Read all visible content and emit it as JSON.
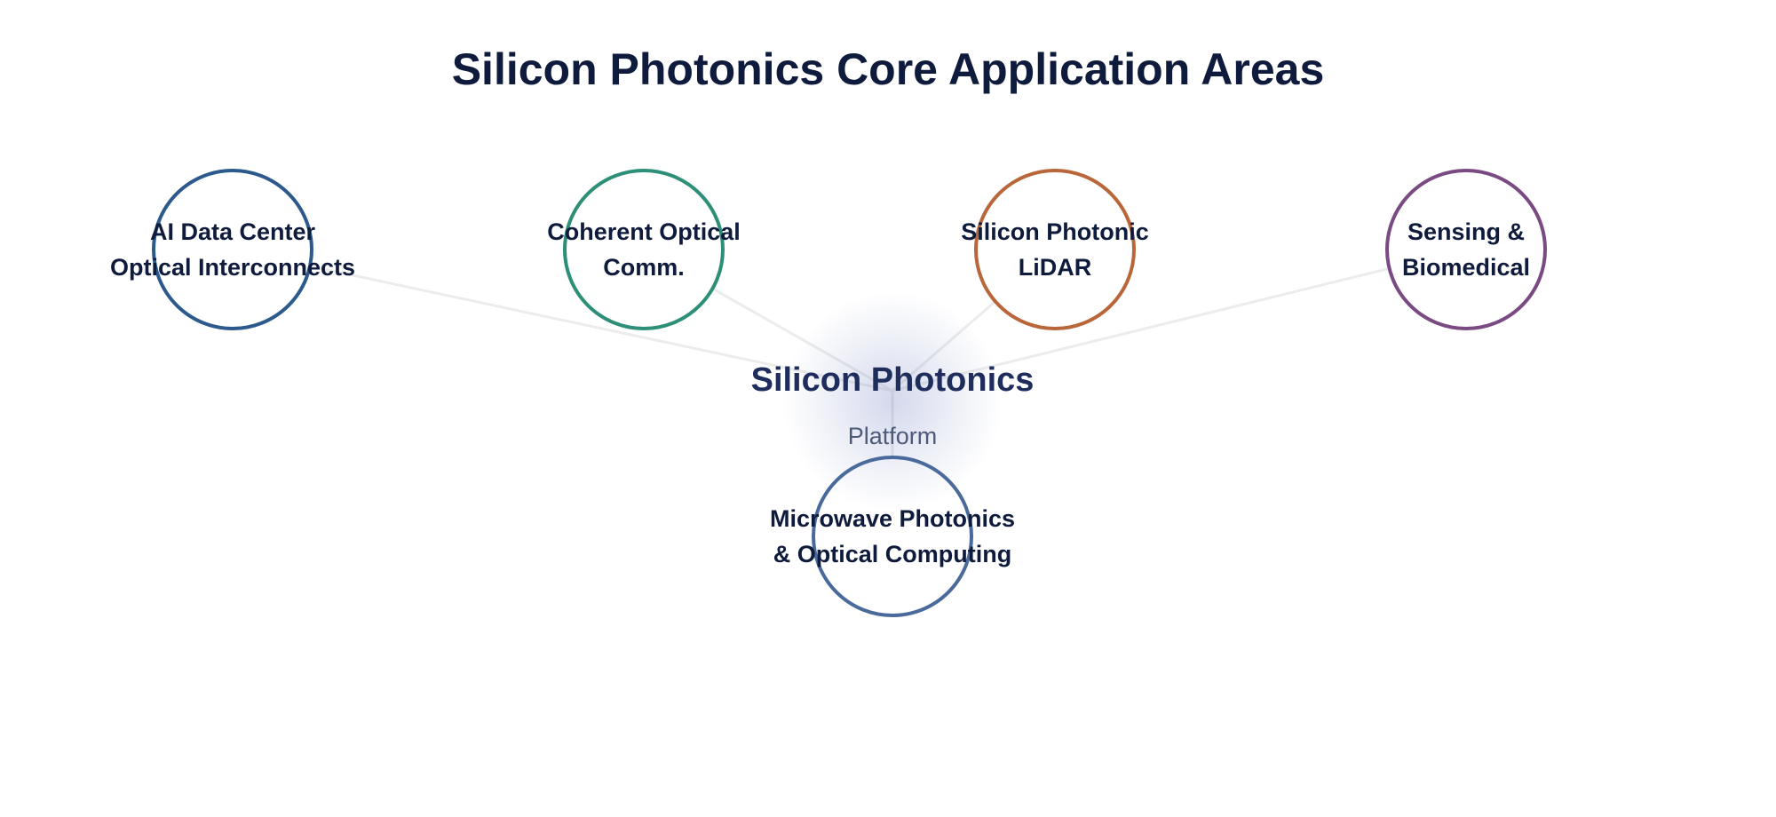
{
  "title": "Silicon Photonics Core Application Areas",
  "hub": {
    "title": "Silicon Photonics",
    "subtitle": "Platform"
  },
  "nodes": [
    {
      "id": "ai-data-center",
      "lines": [
        "AI Data Center",
        "Optical Interconnects"
      ],
      "color": "#2c5a8c"
    },
    {
      "id": "coherent-optical",
      "lines": [
        "Coherent Optical",
        "Comm."
      ],
      "color": "#2e8f78"
    },
    {
      "id": "lidar",
      "lines": [
        "Silicon Photonic",
        "LiDAR"
      ],
      "color": "#b8663a"
    },
    {
      "id": "sensing-biomedical",
      "lines": [
        "Sensing &",
        "Biomedical"
      ],
      "color": "#7a4a82"
    },
    {
      "id": "microwave-computing",
      "lines": [
        "Microwave Photonics",
        "& Optical Computing"
      ],
      "color": "#4a6a9c"
    }
  ],
  "colors": {
    "title": "#0f1b3c",
    "hub_title": "#1e2d5c",
    "hub_glow": "#3a4fa8",
    "connector": "#ececec"
  }
}
